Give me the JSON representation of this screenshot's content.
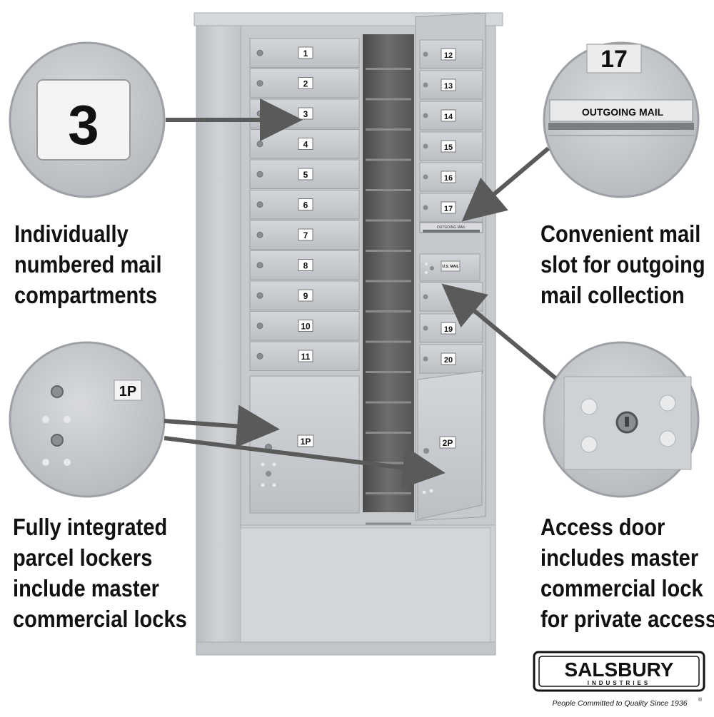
{
  "mailbox": {
    "left_doors": [
      "1",
      "2",
      "3",
      "4",
      "5",
      "6",
      "7",
      "8",
      "9",
      "10",
      "11"
    ],
    "right_doors": [
      "12",
      "13",
      "14",
      "15",
      "16",
      "17",
      "",
      "19",
      "20"
    ],
    "parcel_left": "1P",
    "parcel_right": "2P",
    "outgoing_mail_slot": "OUTGOING MAIL",
    "access_panel_label": "U.S. MAIL"
  },
  "zoom_insets": {
    "top_left_number": "3",
    "top_right_number": "17",
    "top_right_label": "OUTGOING MAIL",
    "bottom_left_label": "1P"
  },
  "callouts": {
    "top_left": [
      "Individually",
      "numbered mail",
      "compartments"
    ],
    "top_right": [
      "Convenient mail",
      "slot for outgoing",
      "mail collection"
    ],
    "bottom_left": [
      "Fully integrated",
      "parcel lockers",
      "include master",
      "commercial locks"
    ],
    "bottom_right": [
      "Access door",
      "includes master",
      "commercial lock",
      "for private access"
    ]
  },
  "brand": {
    "name": "SALSBURY",
    "sub": "INDUSTRIES",
    "tagline": "People Committed to Quality Since 1936",
    "trademark": "®"
  },
  "colors": {
    "cabinet": "#c9ccd0",
    "door": "#c3c6ca",
    "arrow": "#555555",
    "logo_bg": "#ffffff",
    "logo_border": "#111111"
  }
}
